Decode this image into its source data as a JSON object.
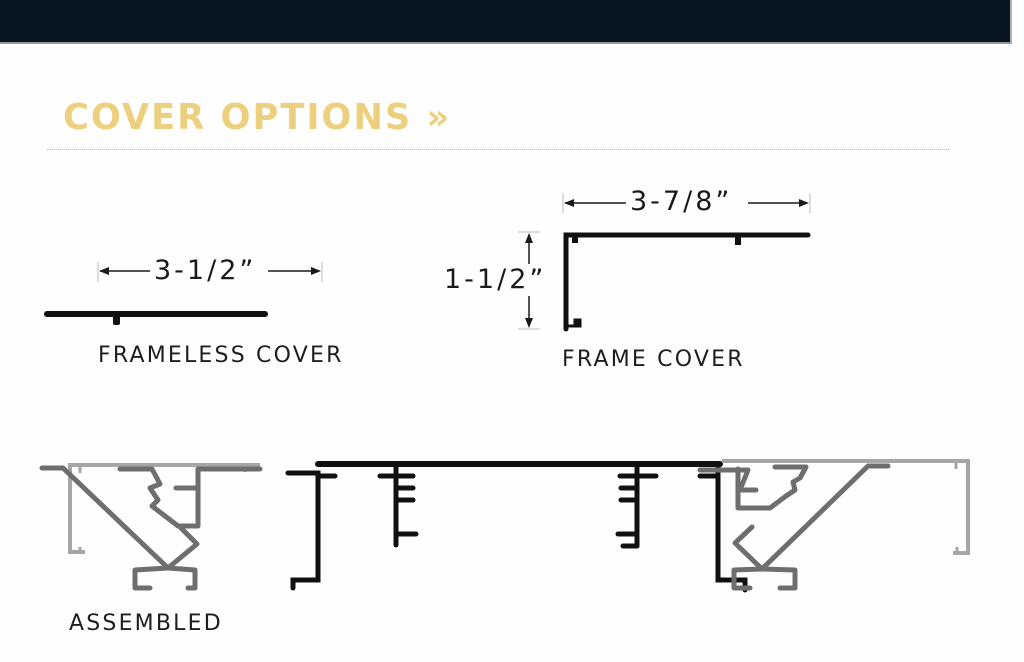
{
  "header": {
    "bar_color": "#061520"
  },
  "section": {
    "title": "COVER OPTIONS »",
    "title_color": "#ecd07e"
  },
  "frameless_cover": {
    "label": "FRAMELESS COVER",
    "width_dimension": "3-1/2”"
  },
  "frame_cover": {
    "label": "FRAME COVER",
    "width_dimension": "3-7/8”",
    "height_dimension": "1-1/2”"
  },
  "assembled": {
    "label": "ASSEMBLED"
  },
  "colors": {
    "cover_profile": "#111111",
    "frame_light": "#a6a6a6",
    "frame_dark": "#6e6e6e"
  }
}
